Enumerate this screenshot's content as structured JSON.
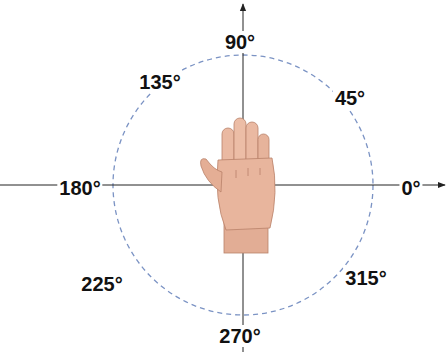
{
  "diagram": {
    "labels": [
      "90°",
      "45°",
      "0°",
      "315°",
      "270°",
      "225°",
      "180°",
      "135°"
    ]
  }
}
